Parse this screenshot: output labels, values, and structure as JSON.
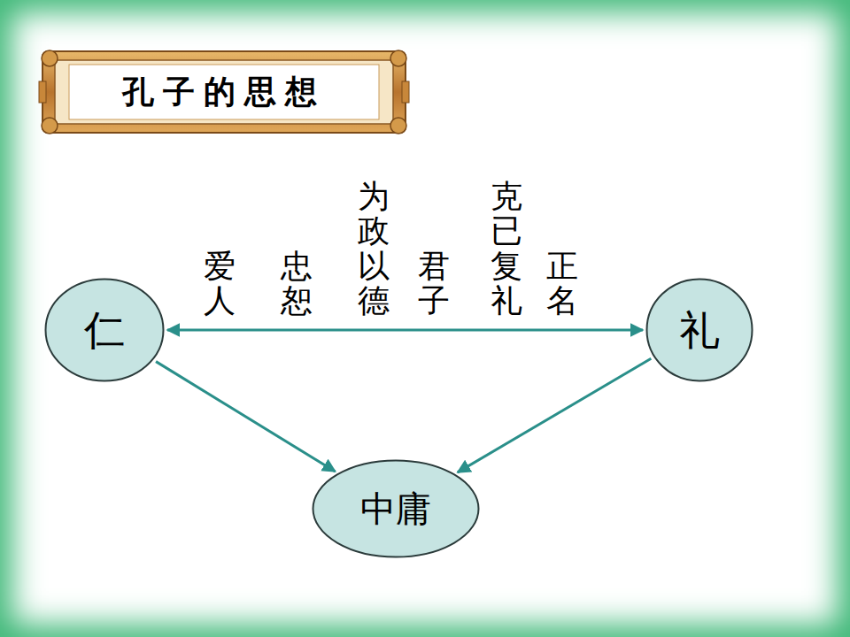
{
  "diagram": {
    "title": "孔子的思想",
    "nodes": [
      {
        "text": [
          "仁"
        ]
      },
      {
        "text": [
          "礼"
        ]
      },
      {
        "text": [
          "中庸"
        ]
      }
    ],
    "edges": [
      {
        "from": 0,
        "to": 1,
        "arrow": "both"
      },
      {
        "from": 0,
        "to": 2,
        "arrow": "to"
      },
      {
        "from": 1,
        "to": 2,
        "arrow": "to"
      }
    ],
    "labels": [
      "爱人",
      "忠恕",
      "为政以德",
      "君子",
      "克已复礼",
      "正名"
    ]
  }
}
